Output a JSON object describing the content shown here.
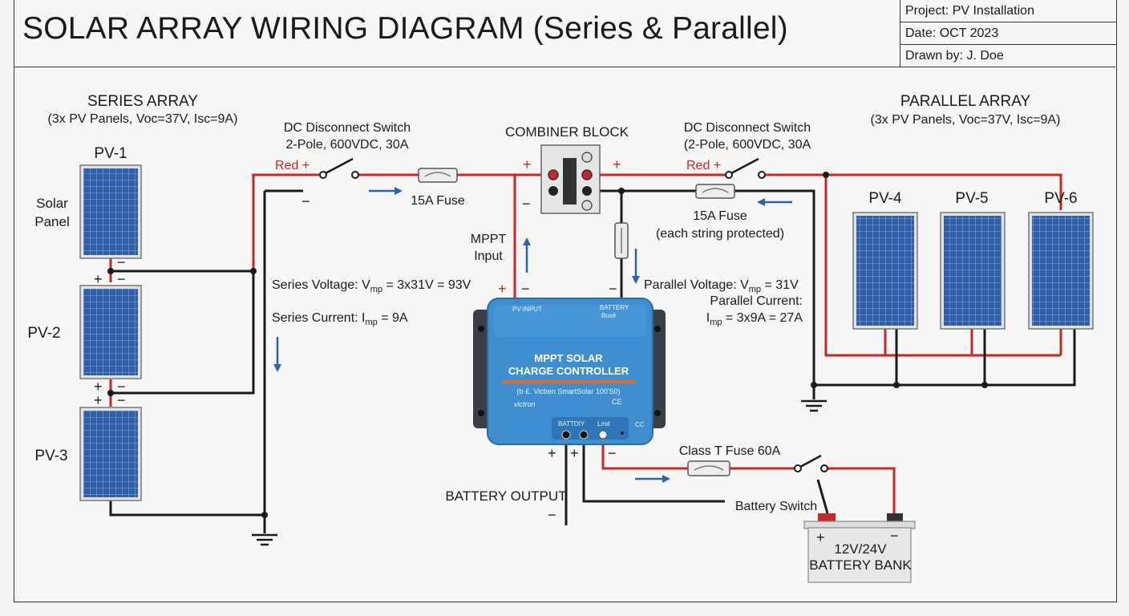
{
  "title": "SOLAR ARRAY WIRING DIAGRAM (Series & Parallel)",
  "title_block": {
    "project": "Project: PV Installation",
    "date": "Date: OCT 2023",
    "drawn_by": "Drawn by: J. Doe"
  },
  "series_array": {
    "heading": "SERIES ARRAY",
    "spec": "(3x PV Panels, Voc=37V, Isc=9A)",
    "panel_label": "Solar Panel",
    "panels": [
      "PV-1",
      "PV-2",
      "PV-3"
    ]
  },
  "parallel_array": {
    "heading": "PARALLEL ARRAY",
    "spec": "(3x PV Panels, Voc=37V, Isc=9A)",
    "panels": [
      "PV-4",
      "PV-5",
      "PV-6"
    ]
  },
  "left_switch": {
    "line1": "DC Disconnect Switch",
    "line2": "2-Pole, 600VDC, 30A",
    "wire_label": "Red +"
  },
  "right_switch": {
    "line1": "DC Disconnect Switch",
    "line2": "(2-Pole, 600VDC, 30A",
    "wire_label": "Red +"
  },
  "left_fuse": "15A Fuse",
  "right_fuse": {
    "line1": "15A Fuse",
    "line2": "(each string protected)"
  },
  "combiner": "COMBINER BLOCK",
  "mppt_input": {
    "line1": "MPPT",
    "line2": "Input"
  },
  "series_calc": {
    "voltage_prefix": "Series Voltage: V",
    "voltage_sub": "mp",
    "voltage_suffix": " = 3x31V = 93V",
    "current_prefix": "Series Current: I",
    "current_sub": "mp",
    "current_suffix": " = 9A"
  },
  "parallel_calc": {
    "voltage_prefix": "Parallel Voltage: V",
    "voltage_sub": "mp",
    "voltage_suffix": " = 31V",
    "current_line": "Parallel Current:",
    "current_prefix": "I",
    "current_sub": "mp",
    "current_suffix": " = 3x9A = 27A"
  },
  "controller": {
    "pv_input": "PV INPUT",
    "battery_top": "BATTERY",
    "battery_top2": "Busé",
    "title1": "MPPT SOLAR",
    "title2": "CHARGE CONTROLLER",
    "model": "(b·£. Vicben SmartSolar 100'S0)",
    "ce": "CE",
    "vicbrand": "victron",
    "port_battery": "BATTDIY",
    "port_load": "Lmd",
    "port_cc": "CC"
  },
  "battery_output": "BATTERY OUTPUT",
  "class_t_fuse": "Class T Fuse  60A",
  "battery_switch": "Battery Switch",
  "battery": {
    "line1": "12V/24V",
    "line2": "BATTERY BANK"
  },
  "colors": {
    "red_wire": "#c8262c",
    "black_wire": "#1a1a1a",
    "controller_blue": "#3f8fd0",
    "panel_cell": "#2f5fa8",
    "arrow": "#2f63a8"
  }
}
